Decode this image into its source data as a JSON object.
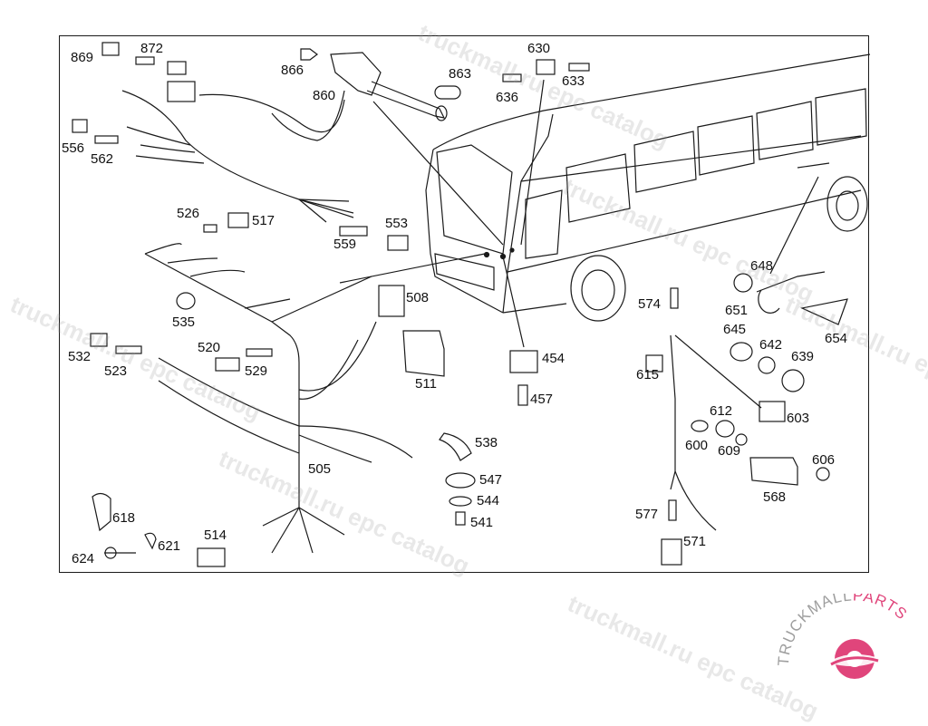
{
  "diagram": {
    "callouts": [
      "869",
      "872",
      "866",
      "860",
      "863",
      "630",
      "636",
      "633",
      "556",
      "562",
      "526",
      "517",
      "553",
      "559",
      "535",
      "508",
      "532",
      "520",
      "523",
      "529",
      "511",
      "454",
      "457",
      "574",
      "648",
      "651",
      "654",
      "645",
      "642",
      "639",
      "615",
      "612",
      "603",
      "600",
      "609",
      "606",
      "568",
      "505",
      "538",
      "547",
      "544",
      "541",
      "618",
      "621",
      "624",
      "514",
      "577",
      "571"
    ]
  },
  "watermark": {
    "text": "truckmall.ru epc catalog",
    "accent_color": "#d81b60"
  },
  "logo": {
    "word_dark": "TRUCKMALL",
    "word_accent": "PARTS",
    "dark_color": "#9e9e9e",
    "accent_color": "#e0457b"
  }
}
